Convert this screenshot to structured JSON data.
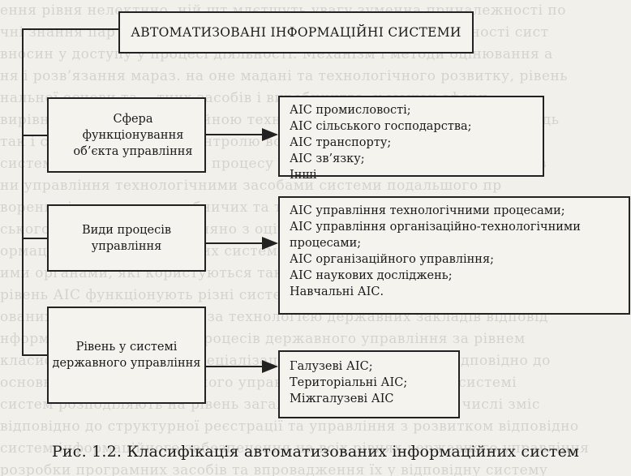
{
  "diagram": {
    "title": "АВТОМАТИЗОВАНІ ІНФОРМАЦІЙНІ СИСТЕМИ",
    "criteria": [
      {
        "label": "Сфера функціонування об’єкта управління"
      },
      {
        "label": "Види процесів управління"
      },
      {
        "label": "Рівень у системі державного управління"
      }
    ],
    "categories": [
      {
        "items": [
          "АІС промисловості;",
          "АІС сільського господарства;",
          "АІС транспорту;",
          "АІС зв’язку;",
          "Інші"
        ]
      },
      {
        "items": [
          "АІС управління технологічними процесами;",
          "АІС управління організаційно-технологічними процесами;",
          "АІС організаційного управління;",
          "АІС наукових досліджень;",
          "Навчальні АІС."
        ]
      },
      {
        "items": [
          "Галузеві АІС;",
          "Територіальні АІС;",
          "Міжгалузеві АІС"
        ]
      }
    ]
  },
  "caption": "Рис. 1.2. Класифікація автоматизованих інформаційних систем"
}
